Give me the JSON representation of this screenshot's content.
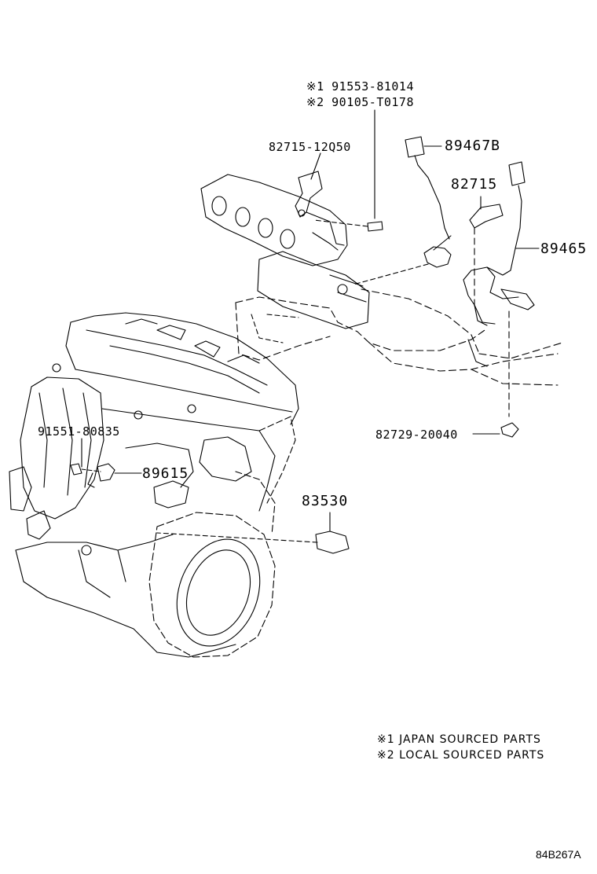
{
  "part_labels": {
    "p91553": "※1 91553-81014",
    "p90105": "※2 90105-T0178",
    "p82715_12q50": "82715-12Q50",
    "p89467b": "89467B",
    "p82715": "82715",
    "p89465": "89465",
    "p82729": "82729-20040",
    "p91551": "91551-80835",
    "p89615": "89615",
    "p83530": "83530"
  },
  "notes": [
    "※1 JAPAN SOURCED PARTS",
    "※2 LOCAL SOURCED PARTS"
  ],
  "illustration_code": "84B267A",
  "colors": {
    "ink": "#000000",
    "background": "#ffffff"
  }
}
